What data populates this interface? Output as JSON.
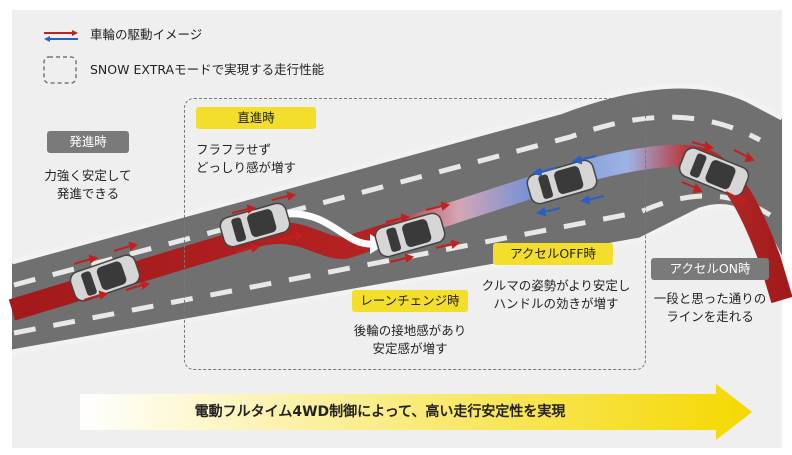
{
  "legend": {
    "drive_label": "車輪の駆動イメージ",
    "snow_extra_label": "SNOW EXTRAモードで実現する走行性能"
  },
  "stages": {
    "start": {
      "badge": "発進時",
      "desc1": "力強く安定して",
      "desc2": "発進できる"
    },
    "straight": {
      "badge": "直進時",
      "desc1": "フラフラせず",
      "desc2": "どっしり感が増す"
    },
    "lane_change": {
      "badge": "レーンチェンジ時",
      "desc1": "後輪の接地感があり",
      "desc2": "安定感が増す"
    },
    "accel_off": {
      "badge": "アクセルOFF時",
      "desc1": "クルマの姿勢がより安定し",
      "desc2": "ハンドルの効きが増す"
    },
    "accel_on": {
      "badge": "アクセルON時",
      "desc1": "一段と思った通りの",
      "desc2": "ラインを走れる"
    }
  },
  "banner": {
    "text": "電動フルタイム4WD制御によって、高い走行安定性を実現"
  },
  "colors": {
    "drive_arrow": "#c22020",
    "regen_arrow": "#2b5fc4",
    "badge_yellow": "#f3de2c",
    "badge_gray": "#7a7a7a",
    "banner_yellow": "#f5d800"
  },
  "icons": [
    "legend-arrow-icon",
    "legend-dashed-box-icon"
  ]
}
